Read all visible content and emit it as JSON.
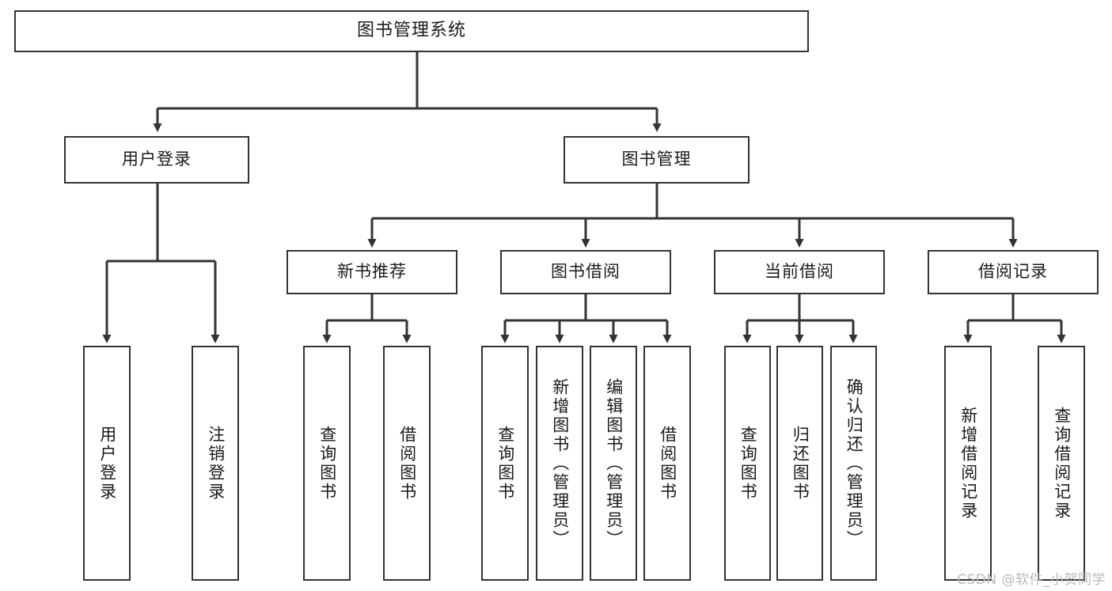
{
  "diagram": {
    "title": "图书管理系统",
    "type": "tree-hierarchy",
    "watermark": "CSDN @软件_小贺同学",
    "colors": {
      "box_border": "#333333",
      "box_fill": "#ffffff",
      "connector": "#333333",
      "text": "#1a1a1a",
      "watermark": "#b9b9b9",
      "background": "#ffffff"
    },
    "root": {
      "id": "root",
      "label": "图书管理系统"
    },
    "level2": [
      {
        "id": "user-login",
        "label": "用户登录"
      },
      {
        "id": "book-manage",
        "label": "图书管理"
      }
    ],
    "level3": [
      {
        "id": "new-book-rec",
        "label": "新书推荐",
        "parent": "book-manage"
      },
      {
        "id": "book-borrow",
        "label": "图书借阅",
        "parent": "book-manage"
      },
      {
        "id": "current-borrow",
        "label": "当前借阅",
        "parent": "book-manage"
      },
      {
        "id": "borrow-record",
        "label": "借阅记录",
        "parent": "book-manage"
      }
    ],
    "leaves": {
      "user-login": [
        {
          "id": "leaf-user-login",
          "label": "用户登录"
        },
        {
          "id": "leaf-logout-login",
          "label": "注销登录"
        }
      ],
      "new-book-rec": [
        {
          "id": "leaf-query-book-1",
          "label": "查询图书"
        },
        {
          "id": "leaf-borrow-book-1",
          "label": "借阅图书"
        }
      ],
      "book-borrow": [
        {
          "id": "leaf-query-book-2",
          "label": "查询图书"
        },
        {
          "id": "leaf-add-book",
          "label": "新增图书（管理员）"
        },
        {
          "id": "leaf-edit-book",
          "label": "编辑图书（管理员）"
        },
        {
          "id": "leaf-borrow-book-2",
          "label": "借阅图书"
        }
      ],
      "current-borrow": [
        {
          "id": "leaf-query-book-3",
          "label": "查询图书"
        },
        {
          "id": "leaf-return-book",
          "label": "归还图书"
        },
        {
          "id": "leaf-confirm-return",
          "label": "确认归还（管理员）"
        }
      ],
      "borrow-record": [
        {
          "id": "leaf-add-record",
          "label": "新增借阅记录"
        },
        {
          "id": "leaf-query-record",
          "label": "查询借阅记录"
        }
      ]
    }
  }
}
